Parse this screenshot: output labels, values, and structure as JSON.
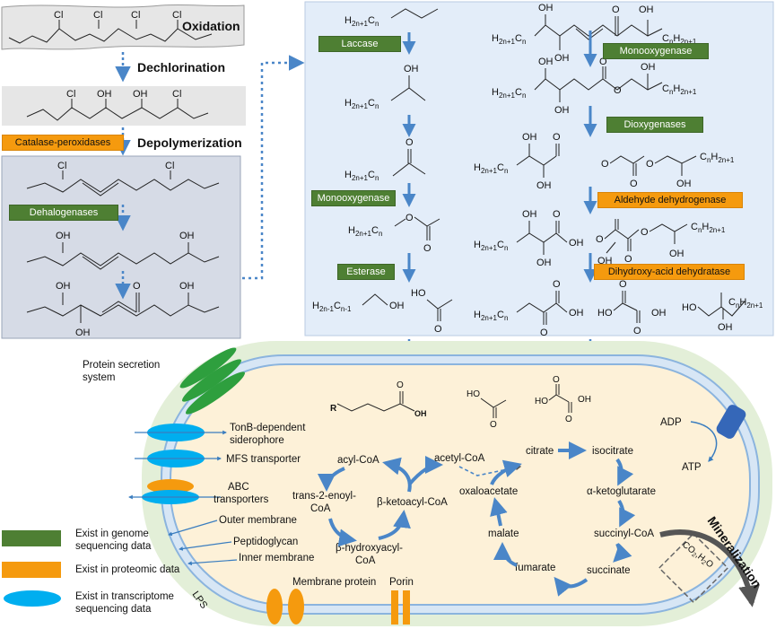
{
  "steps": {
    "oxidation": "Oxidation",
    "dechlorination": "Dechlorination",
    "depolymerization": "Depolymerization",
    "mineralization": "Mineralization"
  },
  "enzymes": {
    "catalase": "Catalase-peroxidases",
    "dehalogenases": "Dehalogenases",
    "laccase": "Laccase",
    "monooxygenase_left": "Monooxygenase",
    "esterase": "Esterase",
    "monooxygenase_right": "Monooxygenase",
    "dioxygenases": "Dioxygenases",
    "aldehyde_dh": "Aldehyde dehydrogenase",
    "dihydroxy_acid_dh": "Dihydroxy-acid dehydratase"
  },
  "atoms": {
    "cl": "Cl",
    "oh": "OH",
    "o": "O",
    "ho": "HO",
    "r": "R"
  },
  "formulas": {
    "alkyl": "H2n+1Cn",
    "alkyl_b": "CnH2n+1",
    "alkyl_minus": "H2n-1Cn-1"
  },
  "cell": {
    "protein_secretion": "Protein secretion\nsystem",
    "tonb": "TonB-dependent\nsiderophore",
    "mfs": "MFS transporter",
    "abc": "ABC\ntransporters",
    "outer_membrane": "Outer membrane",
    "peptidoglycan": "Peptidoglycan",
    "inner_membrane": "Inner membrane",
    "membrane_protein": "Membrane protein",
    "porin": "Porin",
    "lps": "LPS",
    "adp": "ADP",
    "atp": "ATP",
    "co2": "CO",
    "h2o": "H",
    "co2_sub": "2",
    "h2o_tail": "O"
  },
  "metabolism": {
    "acyl_coa": "acyl-CoA",
    "trans_enoyl": "trans-2-enoyl-\nCoA",
    "hydroxyacyl": "β-hydroxyacyl-\nCoA",
    "ketoacyl": "β-ketoacyl-CoA",
    "acetyl_coa": "acetyl-CoA",
    "citrate": "citrate",
    "isocitrate": "isocitrate",
    "ketoglutarate": "α-ketoglutarate",
    "succinyl": "succinyl-CoA",
    "succinate": "succinate",
    "fumarate": "fumarate",
    "malate": "malate",
    "oxaloacetate": "oxaloacetate"
  },
  "legend": {
    "genome": "Exist in genome\nsequencing data",
    "proteomic": "Exist in proteomic data",
    "transcriptome": "Exist in transcriptome\nsequencing data"
  },
  "colors": {
    "green": "#4e7f33",
    "orange": "#f59a0e",
    "blue": "#00aeef",
    "arrow_blue": "#4a86c8",
    "panel": "#e3edf9",
    "cell_fill": "#fdf1d8",
    "outer_green": "#e3efd8"
  }
}
